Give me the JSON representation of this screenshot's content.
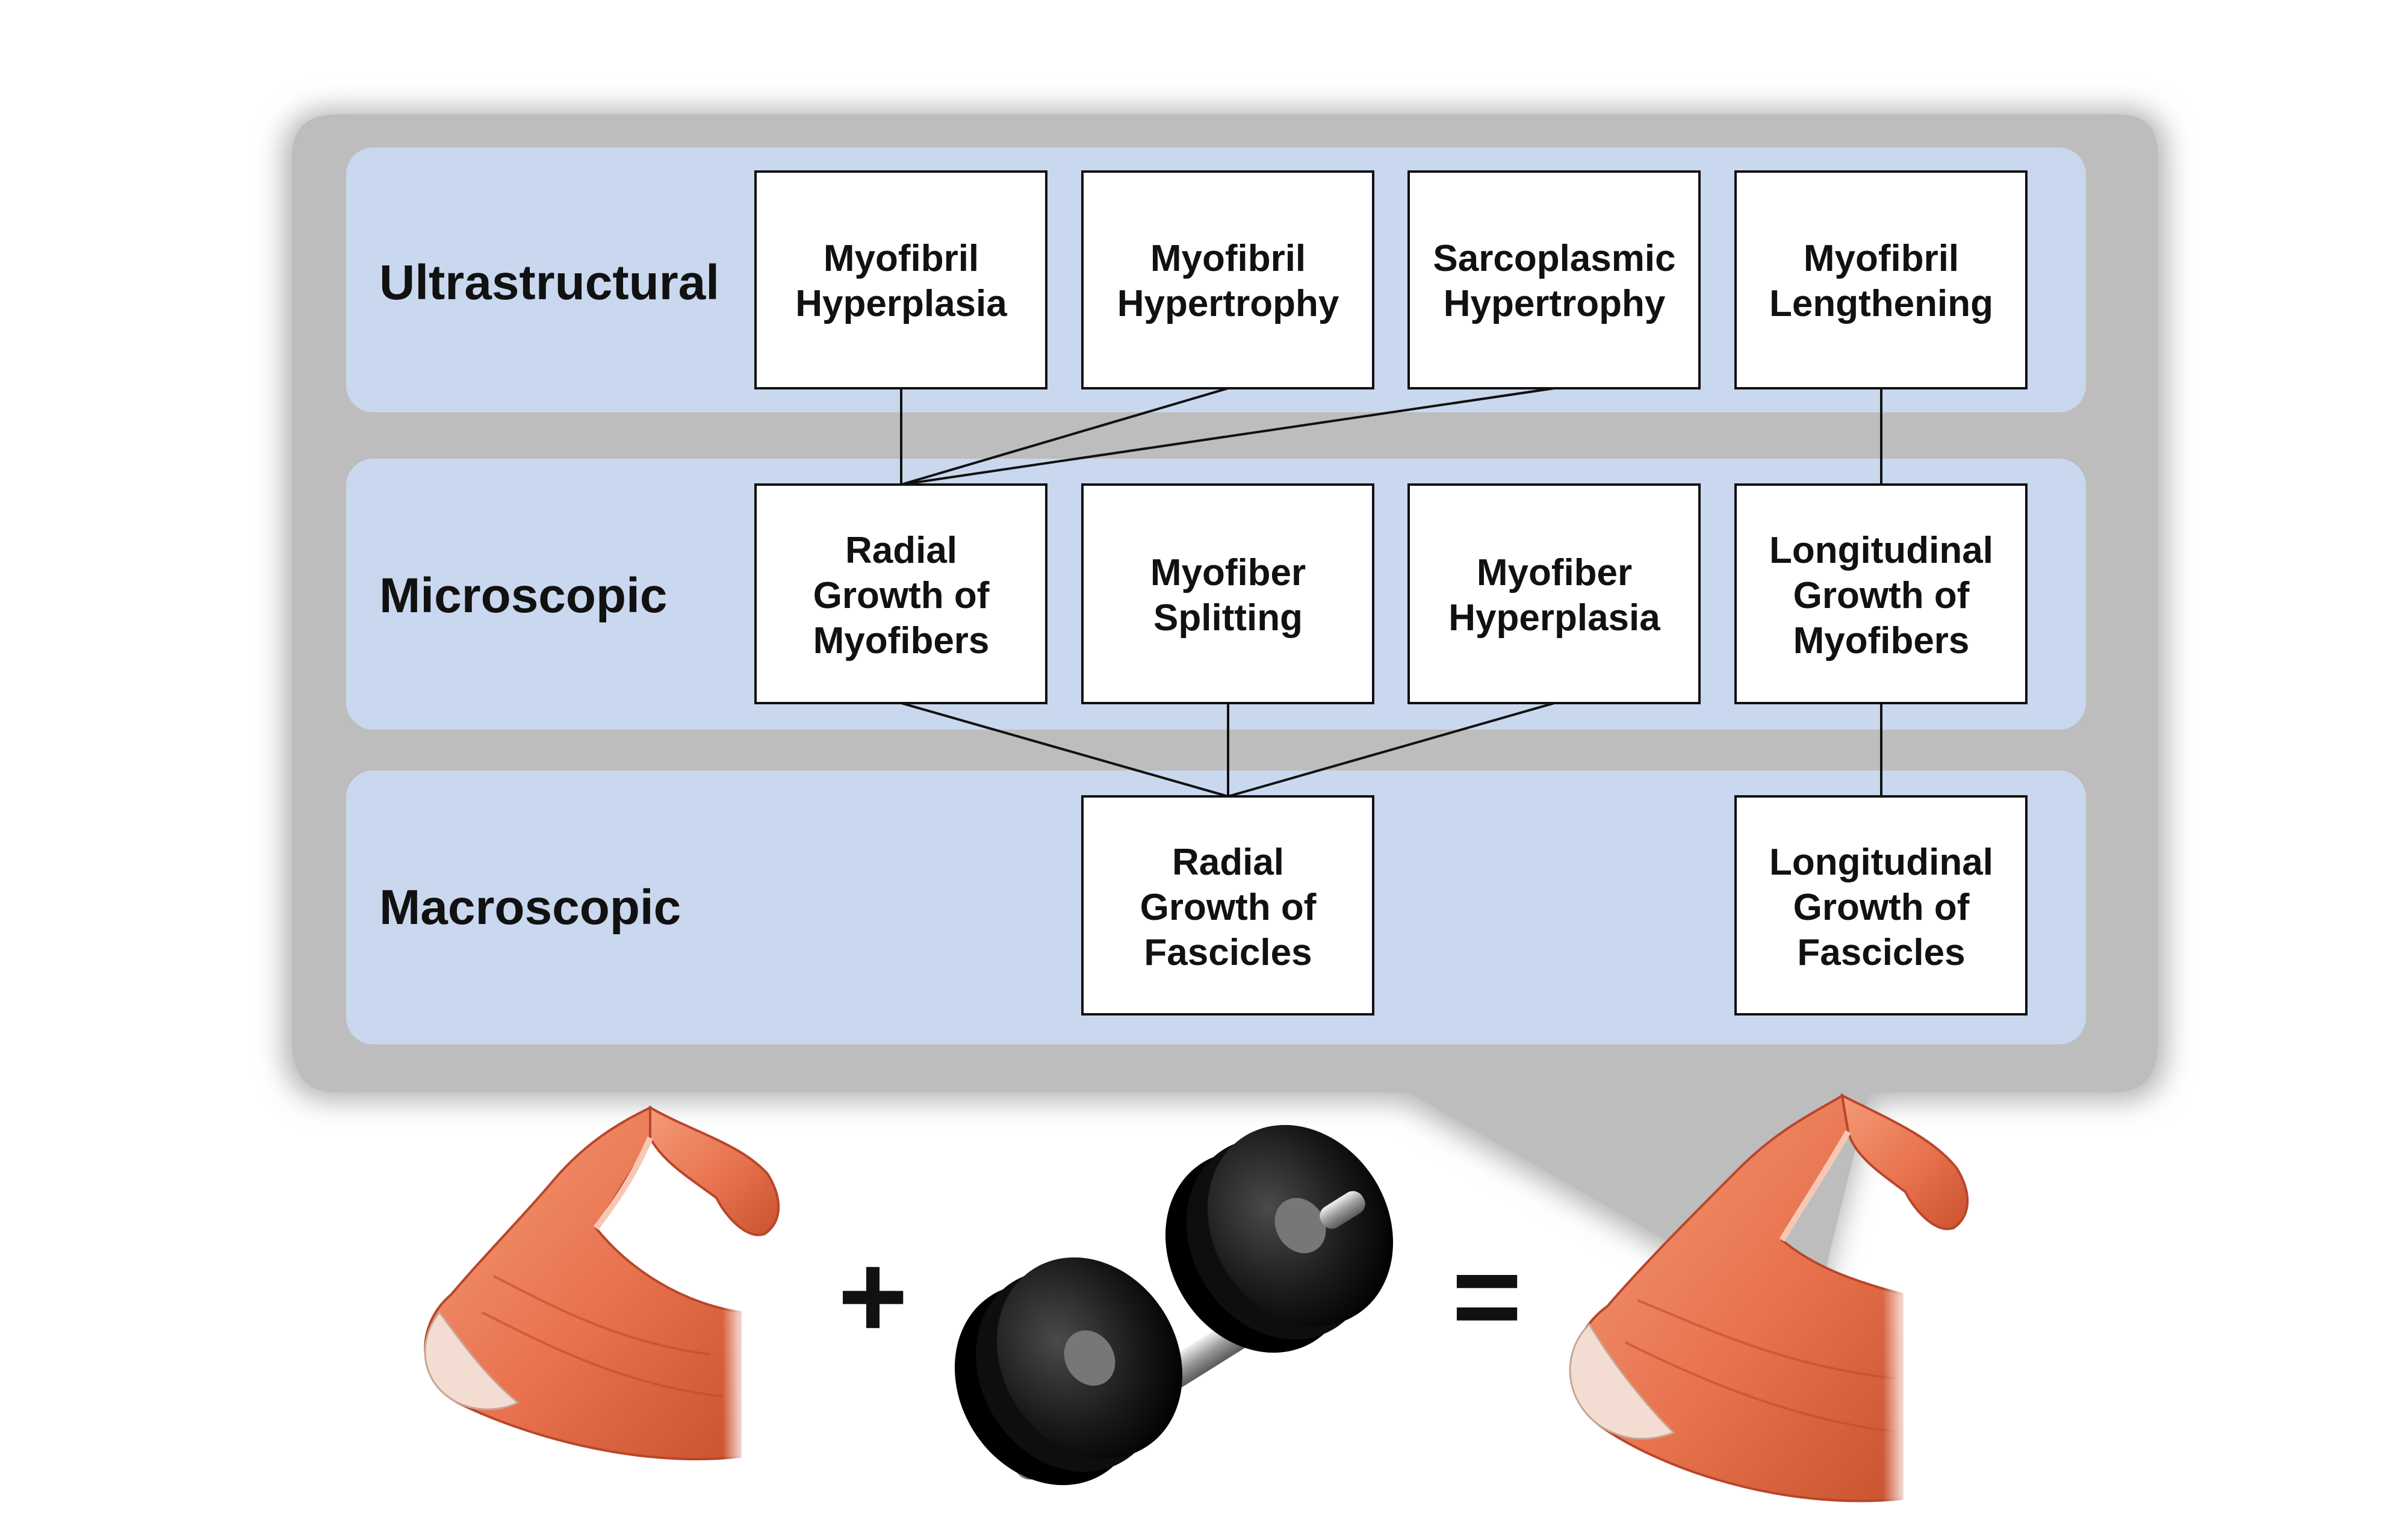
{
  "levels": [
    {
      "label": "Ultrastructural"
    },
    {
      "label": "Microscopic"
    },
    {
      "label": "Macroscopic"
    }
  ],
  "nodes": {
    "u1": [
      "Myofibril",
      "Hyperplasia"
    ],
    "u2": [
      "Myofibril",
      "Hypertrophy"
    ],
    "u3": [
      "Sarcoplasmic",
      "Hypertrophy"
    ],
    "u4": [
      "Myofibril",
      "Lengthening"
    ],
    "m1": [
      "Radial",
      "Growth of",
      "Myofibers"
    ],
    "m2": [
      "Myofiber",
      "Splitting"
    ],
    "m3": [
      "Myofiber",
      "Hyperplasia"
    ],
    "m4": [
      "Longitudinal",
      "Growth of",
      "Myofibers"
    ],
    "a1": [
      "Radial",
      "Growth of",
      "Fascicles"
    ],
    "a2": [
      "Longitudinal",
      "Growth of",
      "Fascicles"
    ]
  },
  "equation": {
    "plus": "+",
    "equals": "="
  },
  "icons": [
    "arm-muscle-icon",
    "dumbbell-icon",
    "arm-muscle-grown-icon"
  ],
  "colors": {
    "panel": "#c9d8ee",
    "callout": "#b9b9b9",
    "muscle": "#e8734e",
    "weight": "#1b1b1b"
  }
}
